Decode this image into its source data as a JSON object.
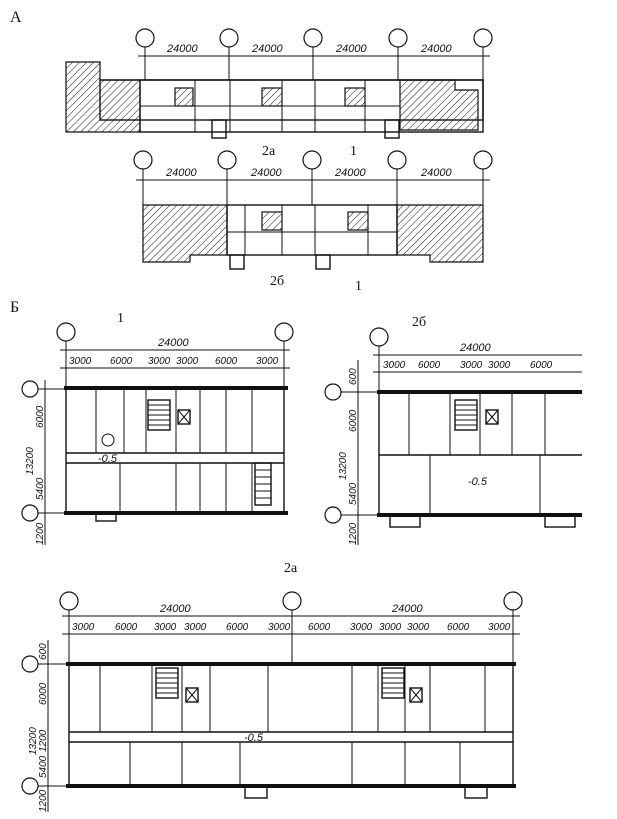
{
  "labels": {
    "section_a": "А",
    "section_b": "Б",
    "variant_2a_top": "2а",
    "variant_1_top": "1",
    "variant_2b_top": "2б",
    "variant_1_top2": "1",
    "plan_1": "1",
    "plan_2b": "2б",
    "plan_2a": "2а"
  },
  "dims": {
    "span": "24000",
    "d3000": "3000",
    "d6000": "6000",
    "d600": "600",
    "d13200": "13200",
    "d5400": "5400",
    "d1200": "1200",
    "elev": "-0.5"
  }
}
